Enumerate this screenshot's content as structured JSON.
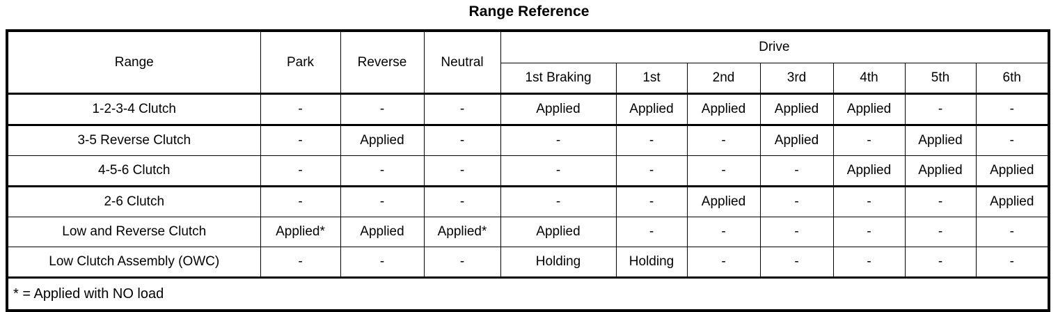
{
  "title": "Range Reference",
  "table": {
    "header": {
      "range_label": "Range",
      "park_label": "Park",
      "reverse_label": "Reverse",
      "neutral_label": "Neutral",
      "drive_group_label": "Drive",
      "drive_columns": [
        "1st Braking",
        "1st",
        "2nd",
        "3rd",
        "4th",
        "5th",
        "6th"
      ]
    },
    "columns": [
      "Range",
      "Park",
      "Reverse",
      "Neutral",
      "1st Braking",
      "1st",
      "2nd",
      "3rd",
      "4th",
      "5th",
      "6th"
    ],
    "rows": [
      {
        "label": "1-2-3-4 Clutch",
        "values": [
          "-",
          "-",
          "-",
          "Applied",
          "Applied",
          "Applied",
          "Applied",
          "Applied",
          "-",
          "-"
        ]
      },
      {
        "label": "3-5 Reverse Clutch",
        "values": [
          "-",
          "Applied",
          "-",
          "-",
          "-",
          "-",
          "Applied",
          "-",
          "Applied",
          "-"
        ]
      },
      {
        "label": "4-5-6 Clutch",
        "values": [
          "-",
          "-",
          "-",
          "-",
          "-",
          "-",
          "-",
          "Applied",
          "Applied",
          "Applied"
        ]
      },
      {
        "label": "2-6 Clutch",
        "values": [
          "-",
          "-",
          "-",
          "-",
          "-",
          "Applied",
          "-",
          "-",
          "-",
          "Applied"
        ]
      },
      {
        "label": "Low and Reverse Clutch",
        "values": [
          "Applied*",
          "Applied",
          "Applied*",
          "Applied",
          "-",
          "-",
          "-",
          "-",
          "-",
          "-"
        ]
      },
      {
        "label": "Low Clutch Assembly (OWC)",
        "values": [
          "-",
          "-",
          "-",
          "Holding",
          "Holding",
          "-",
          "-",
          "-",
          "-",
          "-"
        ]
      }
    ],
    "footnote": "* = Applied with NO load"
  },
  "colors": {
    "text": "#000000",
    "background": "#ffffff",
    "border": "#000000"
  }
}
